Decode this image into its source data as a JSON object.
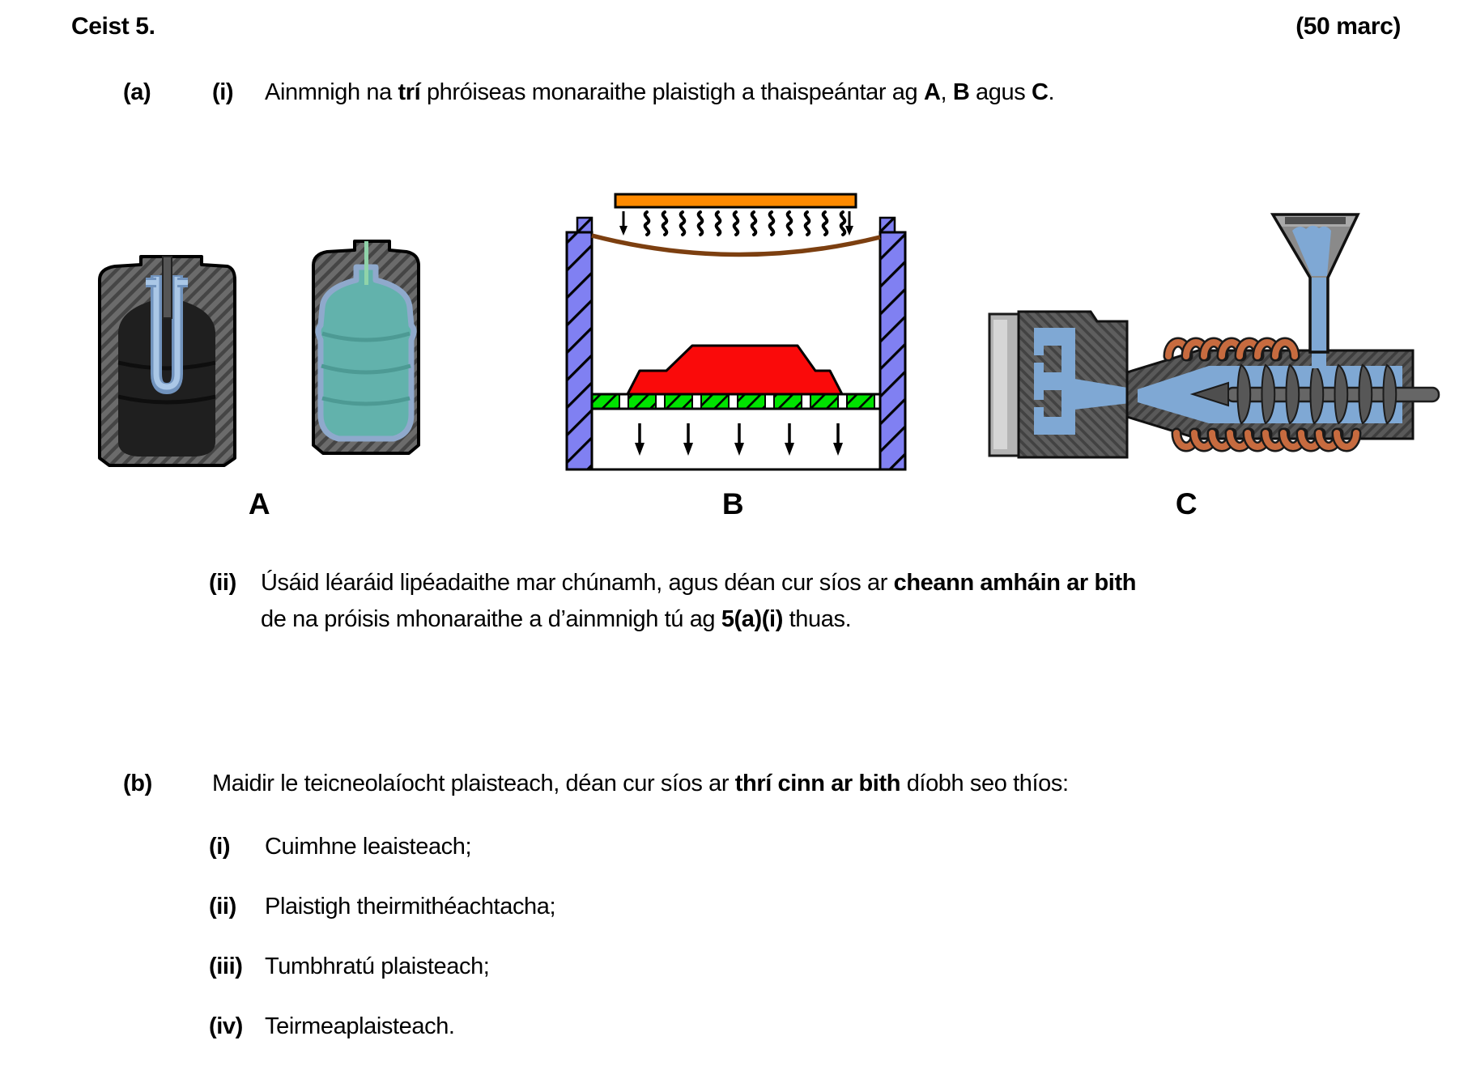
{
  "header": {
    "question_label": "Ceist 5.",
    "marks": "(50 marc)"
  },
  "part_a": {
    "label": "(a)",
    "item_i": {
      "label": "(i)",
      "segments": [
        "Ainmnigh na ",
        "trí",
        " phróiseas monaraithe plaistigh a thaispeántar ag ",
        "A",
        ", ",
        "B",
        " agus ",
        "C",
        "."
      ]
    },
    "item_ii": {
      "label": "(ii)",
      "line1": [
        "Úsáid léaráid lipéadaithe mar chúnamh, agus déan cur síos ar ",
        "cheann amháin ar bith"
      ],
      "line2": [
        "de na próisis mhonaraithe a d’ainmnigh tú ag ",
        "5(a)(i)",
        " thuas."
      ]
    }
  },
  "figures": {
    "label_a": "A",
    "label_b": "B",
    "label_c": "C",
    "descriptions": {
      "a": "blow moulding — mould cross-sections with parison and blown bottle",
      "b": "vacuum forming — heater, sagging sheet, former on perforated platen, vacuum arrows",
      "c": "injection moulding — mould, barrel, screw, heater coils and hopper"
    },
    "colors": {
      "heater_orange": "#ff8a00",
      "wall_purple": "#8080f2",
      "platen_green": "#00e300",
      "former_red": "#fa0a0a",
      "sheet_brown": "#7c3f10",
      "melt_blue": "#7fa8d4",
      "bottle_teal": "#62b2ac",
      "liner_blue": "#8fa9cc",
      "parison_blue": "#aac7e6",
      "pin_green": "#8fd3a9",
      "coil_copper": "#c76b3f",
      "mould_grey": "#6b6b6b",
      "cavity_black": "#1f1f1f",
      "plate_grey": "#b4b4b4"
    }
  },
  "part_b": {
    "label": "(b)",
    "intro": [
      "Maidir le teicneolaíocht plaisteach, déan cur síos ar ",
      "thrí cinn ar bith",
      " díobh seo thíos:"
    ],
    "items": [
      {
        "label": "(i)",
        "text": "Cuimhne leaisteach;"
      },
      {
        "label": "(ii)",
        "text": "Plaistigh theirmithéachtacha;"
      },
      {
        "label": "(iii)",
        "text": "Tumbhratú plaisteach;"
      },
      {
        "label": "(iv)",
        "text": "Teirmeaplaisteach."
      }
    ]
  }
}
